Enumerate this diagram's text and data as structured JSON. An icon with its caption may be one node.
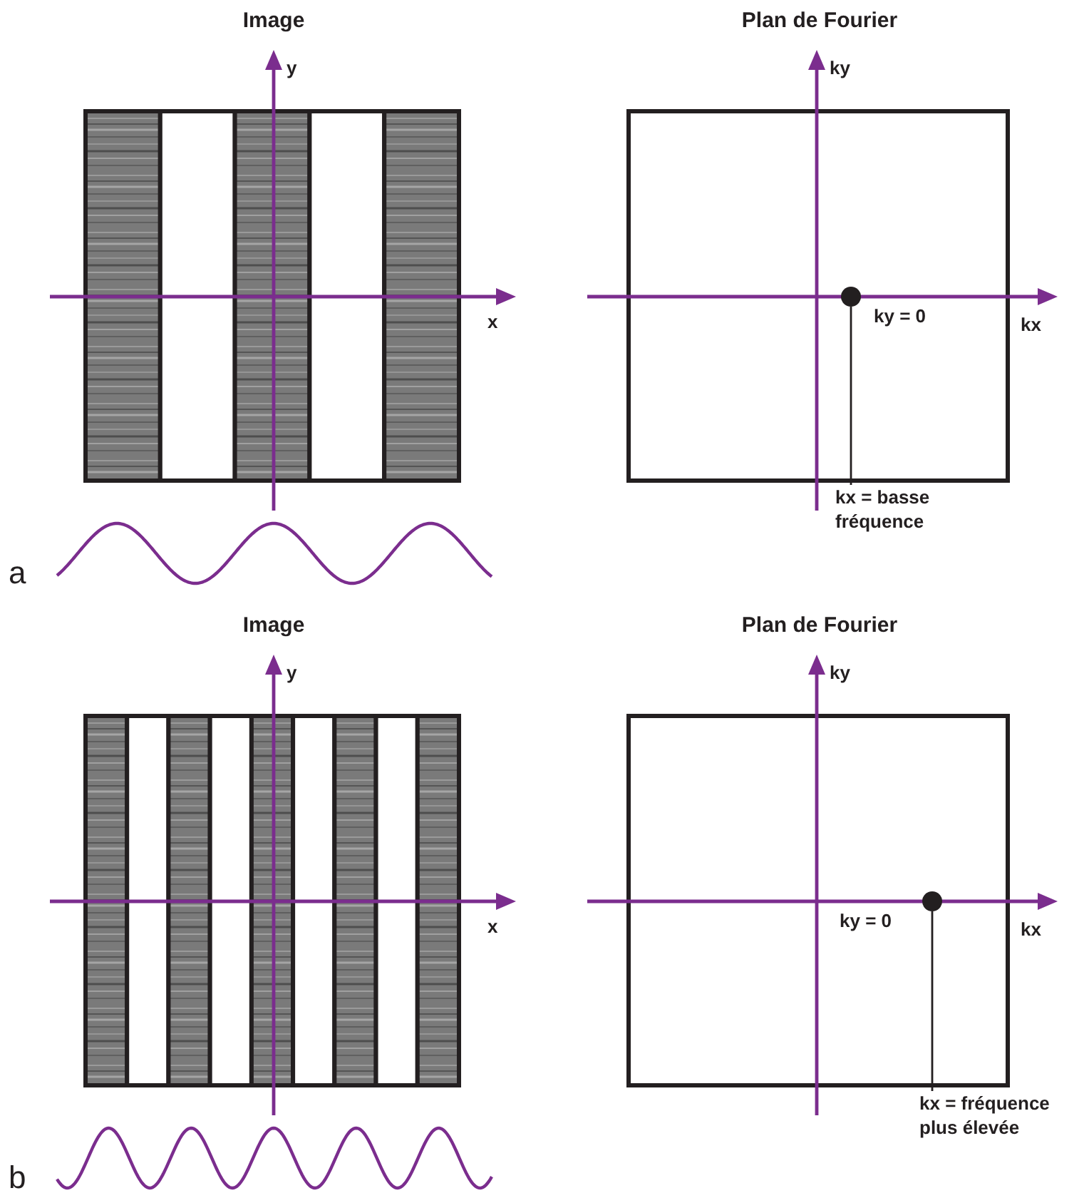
{
  "diagram": {
    "nodes": [
      {
        "text": [
          "kx = basse fréquence"
        ]
      },
      {
        "text": [],
        "shape": "circle"
      },
      {
        "text": [
          "kx = fréquence plus élevée"
        ]
      },
      {
        "text": [],
        "shape": "circle"
      }
    ],
    "edges": [
      {
        "from": 0,
        "to": 1,
        "arrow": "none"
      },
      {
        "from": 2,
        "to": 3,
        "arrow": "none"
      }
    ],
    "labels": [
      "Image",
      "y",
      "x",
      "a",
      "Plan de Fourier",
      "ky",
      "ky = 0",
      "kx",
      "Image",
      "y",
      "x",
      "b",
      "Plan de Fourier",
      "ky",
      "ky = 0",
      "kx"
    ]
  }
}
